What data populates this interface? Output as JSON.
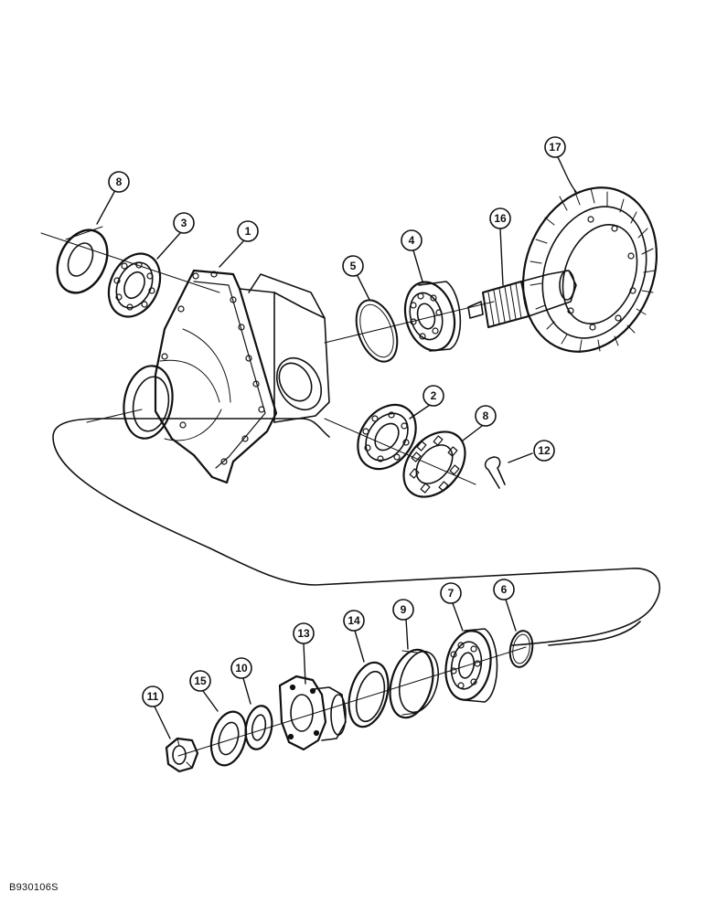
{
  "figure": {
    "id_label": "B930106S"
  },
  "callouts": [
    {
      "key": "c8a",
      "label": "8"
    },
    {
      "key": "c3",
      "label": "3"
    },
    {
      "key": "c1",
      "label": "1"
    },
    {
      "key": "c5",
      "label": "5"
    },
    {
      "key": "c4",
      "label": "4"
    },
    {
      "key": "c16",
      "label": "16"
    },
    {
      "key": "c17",
      "label": "17"
    },
    {
      "key": "c2",
      "label": "2"
    },
    {
      "key": "c8b",
      "label": "8"
    },
    {
      "key": "c12",
      "label": "12"
    },
    {
      "key": "c13",
      "label": "13"
    },
    {
      "key": "c14",
      "label": "14"
    },
    {
      "key": "c9",
      "label": "9"
    },
    {
      "key": "c7",
      "label": "7"
    },
    {
      "key": "c6",
      "label": "6"
    },
    {
      "key": "c11",
      "label": "11"
    },
    {
      "key": "c15",
      "label": "15"
    },
    {
      "key": "c10",
      "label": "10"
    }
  ]
}
